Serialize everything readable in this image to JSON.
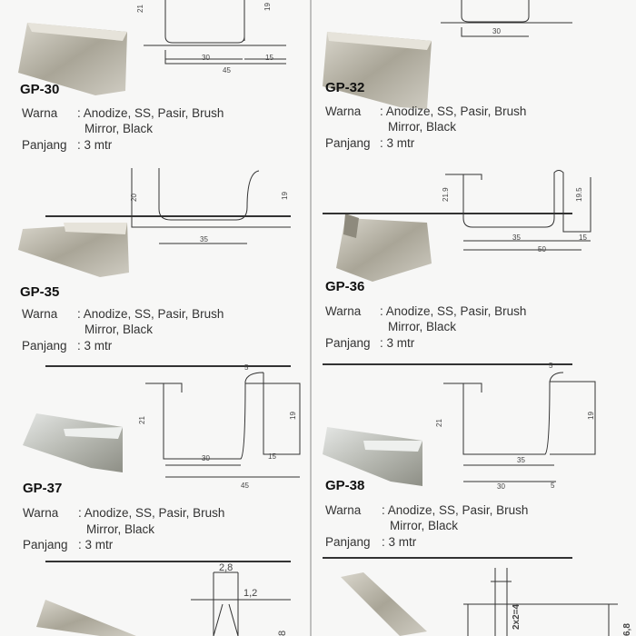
{
  "products": [
    {
      "code": "GP-30",
      "warna_label": "Warna",
      "warna": ": Anodize, SS, Pasir, Brush",
      "warna2": "Mirror, Black",
      "panjang_label": "Panjang",
      "panjang": ": 3 mtr",
      "dims": {
        "h": "21",
        "h2": "19",
        "a": "30",
        "b": "15",
        "c": "45"
      }
    },
    {
      "code": "GP-32",
      "warna_label": "Warna",
      "warna": ": Anodize, SS, Pasir, Brush",
      "warna2": "Mirror, Black",
      "panjang_label": "Panjang",
      "panjang": ": 3 mtr",
      "dims": {
        "a": "30"
      }
    },
    {
      "code": "GP-35",
      "warna_label": "Warna",
      "warna": ": Anodize, SS, Pasir, Brush",
      "warna2": "Mirror, Black",
      "panjang_label": "Panjang",
      "panjang": ": 3 mtr",
      "dims": {
        "h": "20",
        "h2": "19",
        "a": "35"
      }
    },
    {
      "code": "GP-36",
      "warna_label": "Warna",
      "warna": ": Anodize, SS, Pasir, Brush",
      "warna2": "Mirror, Black",
      "panjang_label": "Panjang",
      "panjang": ": 3 mtr",
      "dims": {
        "h": "21.9",
        "h2": "19.5",
        "a": "35",
        "b": "15",
        "c": "50"
      }
    },
    {
      "code": "GP-37",
      "warna_label": "Warna",
      "warna": ": Anodize, SS, Pasir, Brush",
      "warna2": "Mirror, Black",
      "panjang_label": "Panjang",
      "panjang": ": 3 mtr",
      "dims": {
        "t": "5",
        "h": "21",
        "h2": "19",
        "a": "30",
        "b": "15",
        "c": "45"
      }
    },
    {
      "code": "GP-38",
      "warna_label": "Warna",
      "warna": ": Anodize, SS, Pasir, Brush",
      "warna2": "Mirror, Black",
      "panjang_label": "Panjang",
      "panjang": ": 3 mtr",
      "dims": {
        "t": "5",
        "h": "21",
        "h2": "19",
        "a": "35",
        "b": "30",
        "c": "5"
      }
    }
  ],
  "bottom": {
    "left": {
      "a": "2,8",
      "b": "1,2",
      "c": "8"
    },
    "right": {
      "a": "2x2=4",
      "b": "6,8"
    }
  }
}
